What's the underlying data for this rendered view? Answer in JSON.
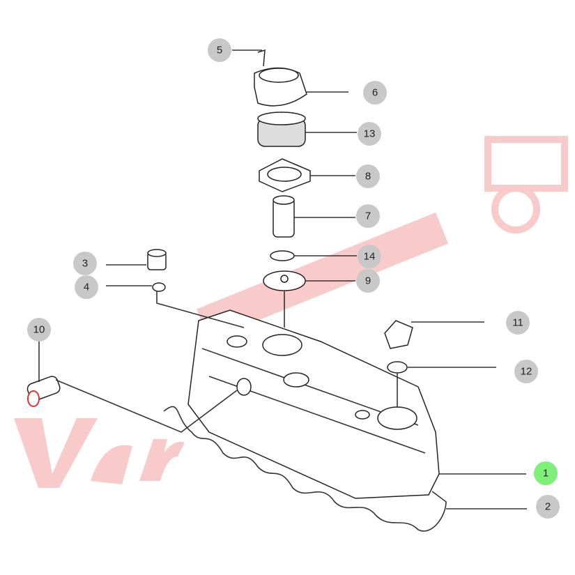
{
  "diagram": {
    "watermark": "Varney EQUIPMENT",
    "callouts": [
      "5",
      "6",
      "13",
      "8",
      "7",
      "14",
      "9",
      "3",
      "4",
      "10",
      "11",
      "12",
      "1",
      "2"
    ],
    "highlighted": "1",
    "colors": {
      "callout": "#c8c8c8",
      "highlight": "#7ef07a",
      "watermark": "#f08a8a"
    }
  }
}
